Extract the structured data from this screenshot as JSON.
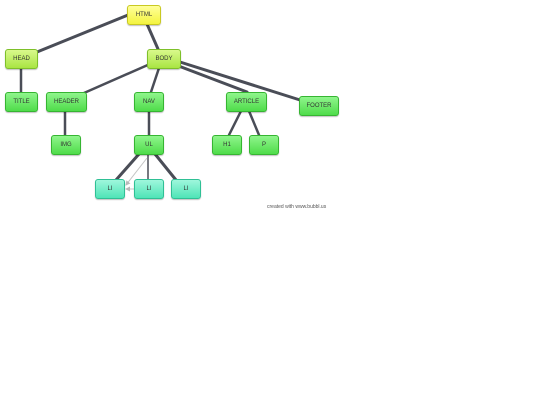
{
  "nodes": {
    "html": "HTML",
    "head": "HEAD",
    "body": "BODY",
    "title": "TITLE",
    "header": "HEADER",
    "nav": "NAV",
    "article": "ARTICLE",
    "footer": "FOOTER",
    "img": "IMG",
    "ul": "UL",
    "h1": "H1",
    "p": "P",
    "li1": "LI",
    "li2": "LI",
    "li3": "LI"
  },
  "colors": {
    "root": "#f4f440",
    "branch": "#a9e543",
    "leaf": "#4fdc4a",
    "list": "#4fe5b7",
    "connector": "#4a4d57"
  },
  "credit": "created with www.bubbl.us"
}
